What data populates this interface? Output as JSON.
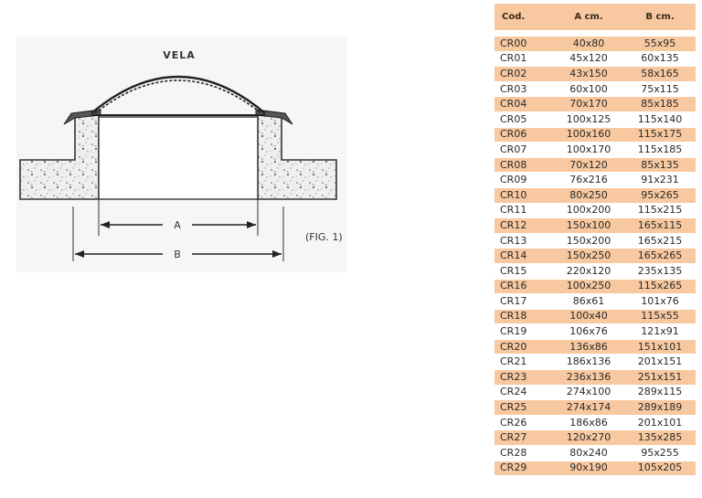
{
  "figure": {
    "dome_label": "VELA",
    "dimension_a": "A",
    "dimension_b": "B",
    "caption": "(FIG. 1)"
  },
  "table": {
    "headers": [
      "Cod.",
      "A cm.",
      "B cm."
    ],
    "rows": [
      [
        "CR00",
        "40x80",
        "55x95"
      ],
      [
        "CR01",
        "45x120",
        "60x135"
      ],
      [
        "CR02",
        "43x150",
        "58x165"
      ],
      [
        "CR03",
        "60x100",
        "75x115"
      ],
      [
        "CR04",
        "70x170",
        "85x185"
      ],
      [
        "CR05",
        "100x125",
        "115x140"
      ],
      [
        "CR06",
        "100x160",
        "115x175"
      ],
      [
        "CR07",
        "100x170",
        "115x185"
      ],
      [
        "CR08",
        "70x120",
        "85x135"
      ],
      [
        "CR09",
        "76x216",
        "91x231"
      ],
      [
        "CR10",
        "80x250",
        "95x265"
      ],
      [
        "CR11",
        "100x200",
        "115x215"
      ],
      [
        "CR12",
        "150x100",
        "165x115"
      ],
      [
        "CR13",
        "150x200",
        "165x215"
      ],
      [
        "CR14",
        "150x250",
        "165x265"
      ],
      [
        "CR15",
        "220x120",
        "235x135"
      ],
      [
        "CR16",
        "100x250",
        "115x265"
      ],
      [
        "CR17",
        "86x61",
        "101x76"
      ],
      [
        "CR18",
        "100x40",
        "115x55"
      ],
      [
        "CR19",
        "106x76",
        "121x91"
      ],
      [
        "CR20",
        "136x86",
        "151x101"
      ],
      [
        "CR21",
        "186x136",
        "201x151"
      ],
      [
        "CR23",
        "236x136",
        "251x151"
      ],
      [
        "CR24",
        "274x100",
        "289x115"
      ],
      [
        "CR25",
        "274x174",
        "289x189"
      ],
      [
        "CR26",
        "186x86",
        "201x101"
      ],
      [
        "CR27",
        "120x270",
        "135x285"
      ],
      [
        "CR28",
        "80x240",
        "95x255"
      ],
      [
        "CR29",
        "90x190",
        "105x205"
      ]
    ],
    "stripe_color": "#f8c9a0"
  }
}
